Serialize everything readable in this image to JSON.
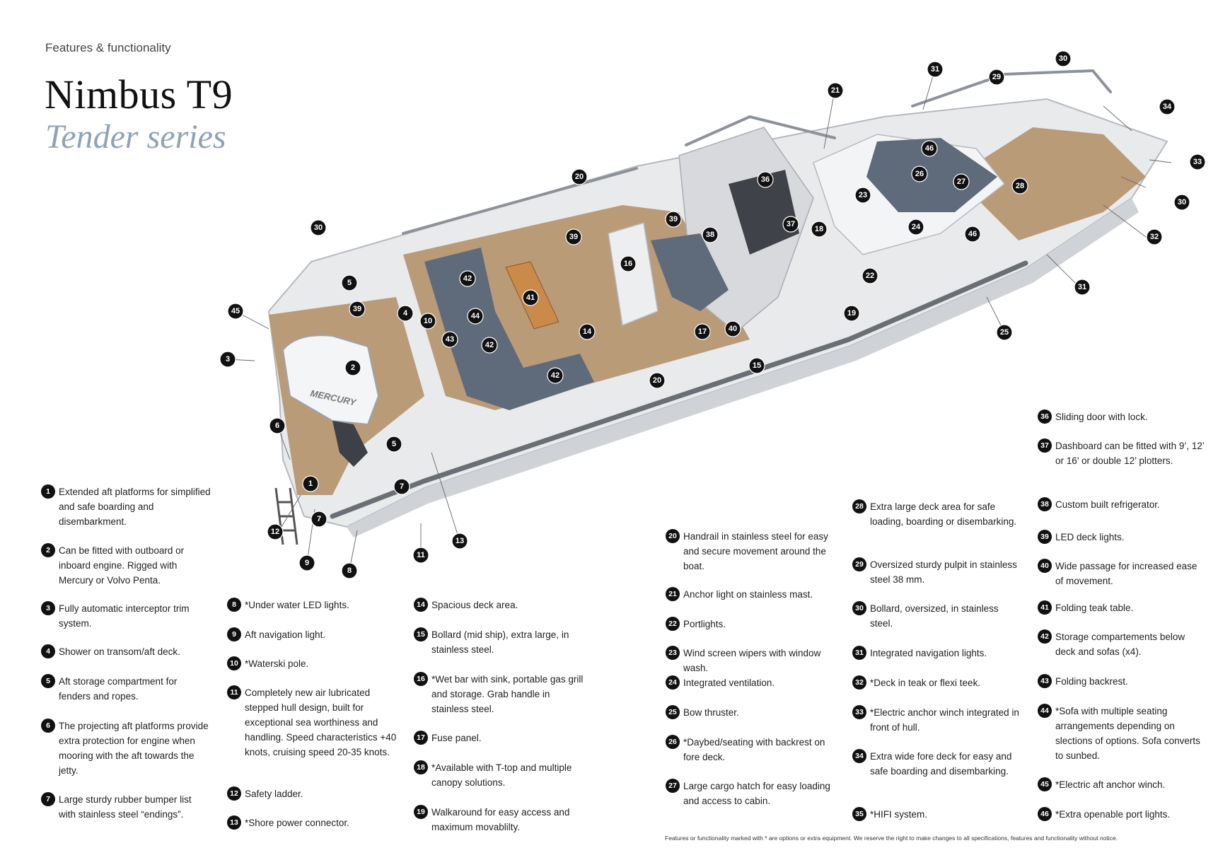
{
  "header": {
    "kicker": "Features & functionality",
    "title": "Nimbus T9",
    "subtitle": "Tender series"
  },
  "brand": {
    "engine_logo": "MERCURY"
  },
  "callouts": [
    "30",
    "31",
    "29",
    "30",
    "21",
    "34",
    "33",
    "30",
    "32",
    "31",
    "20",
    "46",
    "26",
    "27",
    "28",
    "36",
    "23",
    "39",
    "39",
    "37",
    "18",
    "24",
    "46",
    "38",
    "30",
    "16",
    "22",
    "5",
    "42",
    "41",
    "45",
    "39",
    "4",
    "10",
    "44",
    "19",
    "43",
    "42",
    "14",
    "17",
    "40",
    "25",
    "3",
    "2",
    "15",
    "42",
    "20",
    "6",
    "5",
    "7",
    "1",
    "12",
    "7",
    "13",
    "11",
    "9",
    "8"
  ],
  "columns": [
    [
      {
        "n": "1",
        "text": "Extended aft platforms for simplified and safe boarding and disembarkment."
      },
      {
        "n": "2",
        "text": "Can be fitted with outboard or inboard engine. Rigged with Mercury or Volvo Penta."
      },
      {
        "n": "3",
        "text": "Fully automatic interceptor trim system."
      },
      {
        "n": "4",
        "text": "Shower on transom/aft deck."
      },
      {
        "n": "5",
        "text": "Aft storage compartment for fenders and ropes."
      },
      {
        "n": "6",
        "text": "The projecting aft platforms provide extra protection for engine when mooring with the aft towards the jetty."
      },
      {
        "n": "7",
        "text": "Large sturdy rubber bumper list with stainless steel “endings”."
      }
    ],
    [
      {
        "n": "8",
        "text": "*Under water LED lights."
      },
      {
        "n": "9",
        "text": "Aft navigation light."
      },
      {
        "n": "10",
        "text": "*Waterski pole."
      },
      {
        "n": "11",
        "text": "Completely new air lubricated stepped hull design, built for exceptional sea worthiness and handling. Speed characteristics +40 knots, cruising speed 20-35 knots."
      },
      {
        "n": "12",
        "text": "Safety ladder."
      },
      {
        "n": "13",
        "text": "*Shore power connector."
      }
    ],
    [
      {
        "n": "14",
        "text": "Spacious deck area."
      },
      {
        "n": "15",
        "text": "Bollard (mid ship), extra large, in stainless steel."
      },
      {
        "n": "16",
        "text": "*Wet bar with sink, portable gas grill and storage. Grab handle in stainless steel."
      },
      {
        "n": "17",
        "text": "Fuse panel."
      },
      {
        "n": "18",
        "text": "*Available with T-top and multiple canopy solutions."
      },
      {
        "n": "19",
        "text": "Walkaround for easy access and maximum movablilty."
      }
    ],
    [
      {
        "n": "20",
        "text": "Handrail in stainless steel for easy and secure movement around the boat."
      },
      {
        "n": "21",
        "text": "Anchor light on stainless mast."
      },
      {
        "n": "22",
        "text": "Portlights."
      },
      {
        "n": "23",
        "text": "Wind screen wipers with window wash."
      },
      {
        "n": "24",
        "text": "Integrated ventilation."
      },
      {
        "n": "25",
        "text": "Bow thruster."
      },
      {
        "n": "26",
        "text": "*Daybed/seating with backrest on fore deck."
      },
      {
        "n": "27",
        "text": "Large cargo hatch for easy loading and access to cabin."
      }
    ],
    [
      {
        "n": "28",
        "text": "Extra large deck area for safe loading, boarding or disembarking."
      },
      {
        "n": "29",
        "text": "Oversized sturdy pulpit in stainless steel 38 mm."
      },
      {
        "n": "30",
        "text": "Bollard, oversized, in stainless steel."
      },
      {
        "n": "31",
        "text": "Integrated navigation lights."
      },
      {
        "n": "32",
        "text": "*Deck in teak or flexi teek."
      },
      {
        "n": "33",
        "text": "*Electric anchor winch integrated in front of hull."
      },
      {
        "n": "34",
        "text": "Extra wide fore deck for easy and safe boarding and disembarking."
      },
      {
        "n": "35",
        "text": "*HIFI system."
      }
    ],
    [
      {
        "n": "36",
        "text": "Sliding door with lock."
      },
      {
        "n": "37",
        "text": "Dashboard can be fitted with 9’, 12’ or 16’ or double 12’ plotters."
      },
      {
        "n": "38",
        "text": "Custom built refrigerator."
      },
      {
        "n": "39",
        "text": "LED deck lights."
      },
      {
        "n": "40",
        "text": "Wide passage for increased ease of movement."
      },
      {
        "n": "41",
        "text": "Folding teak table."
      },
      {
        "n": "42",
        "text": "Storage compartements below deck and sofas (x4)."
      },
      {
        "n": "43",
        "text": "Folding backrest."
      },
      {
        "n": "44",
        "text": "*Sofa with multiple seating arrangements depending on slections of options. Sofa converts to sunbed."
      },
      {
        "n": "45",
        "text": "*Electric aft anchor winch."
      },
      {
        "n": "46",
        "text": "*Extra openable port lights."
      }
    ]
  ],
  "footnote": "Features or functionality marked with * are options or extra equipment. We reserve the right to make changes to all specifications, features and functionality without notice."
}
